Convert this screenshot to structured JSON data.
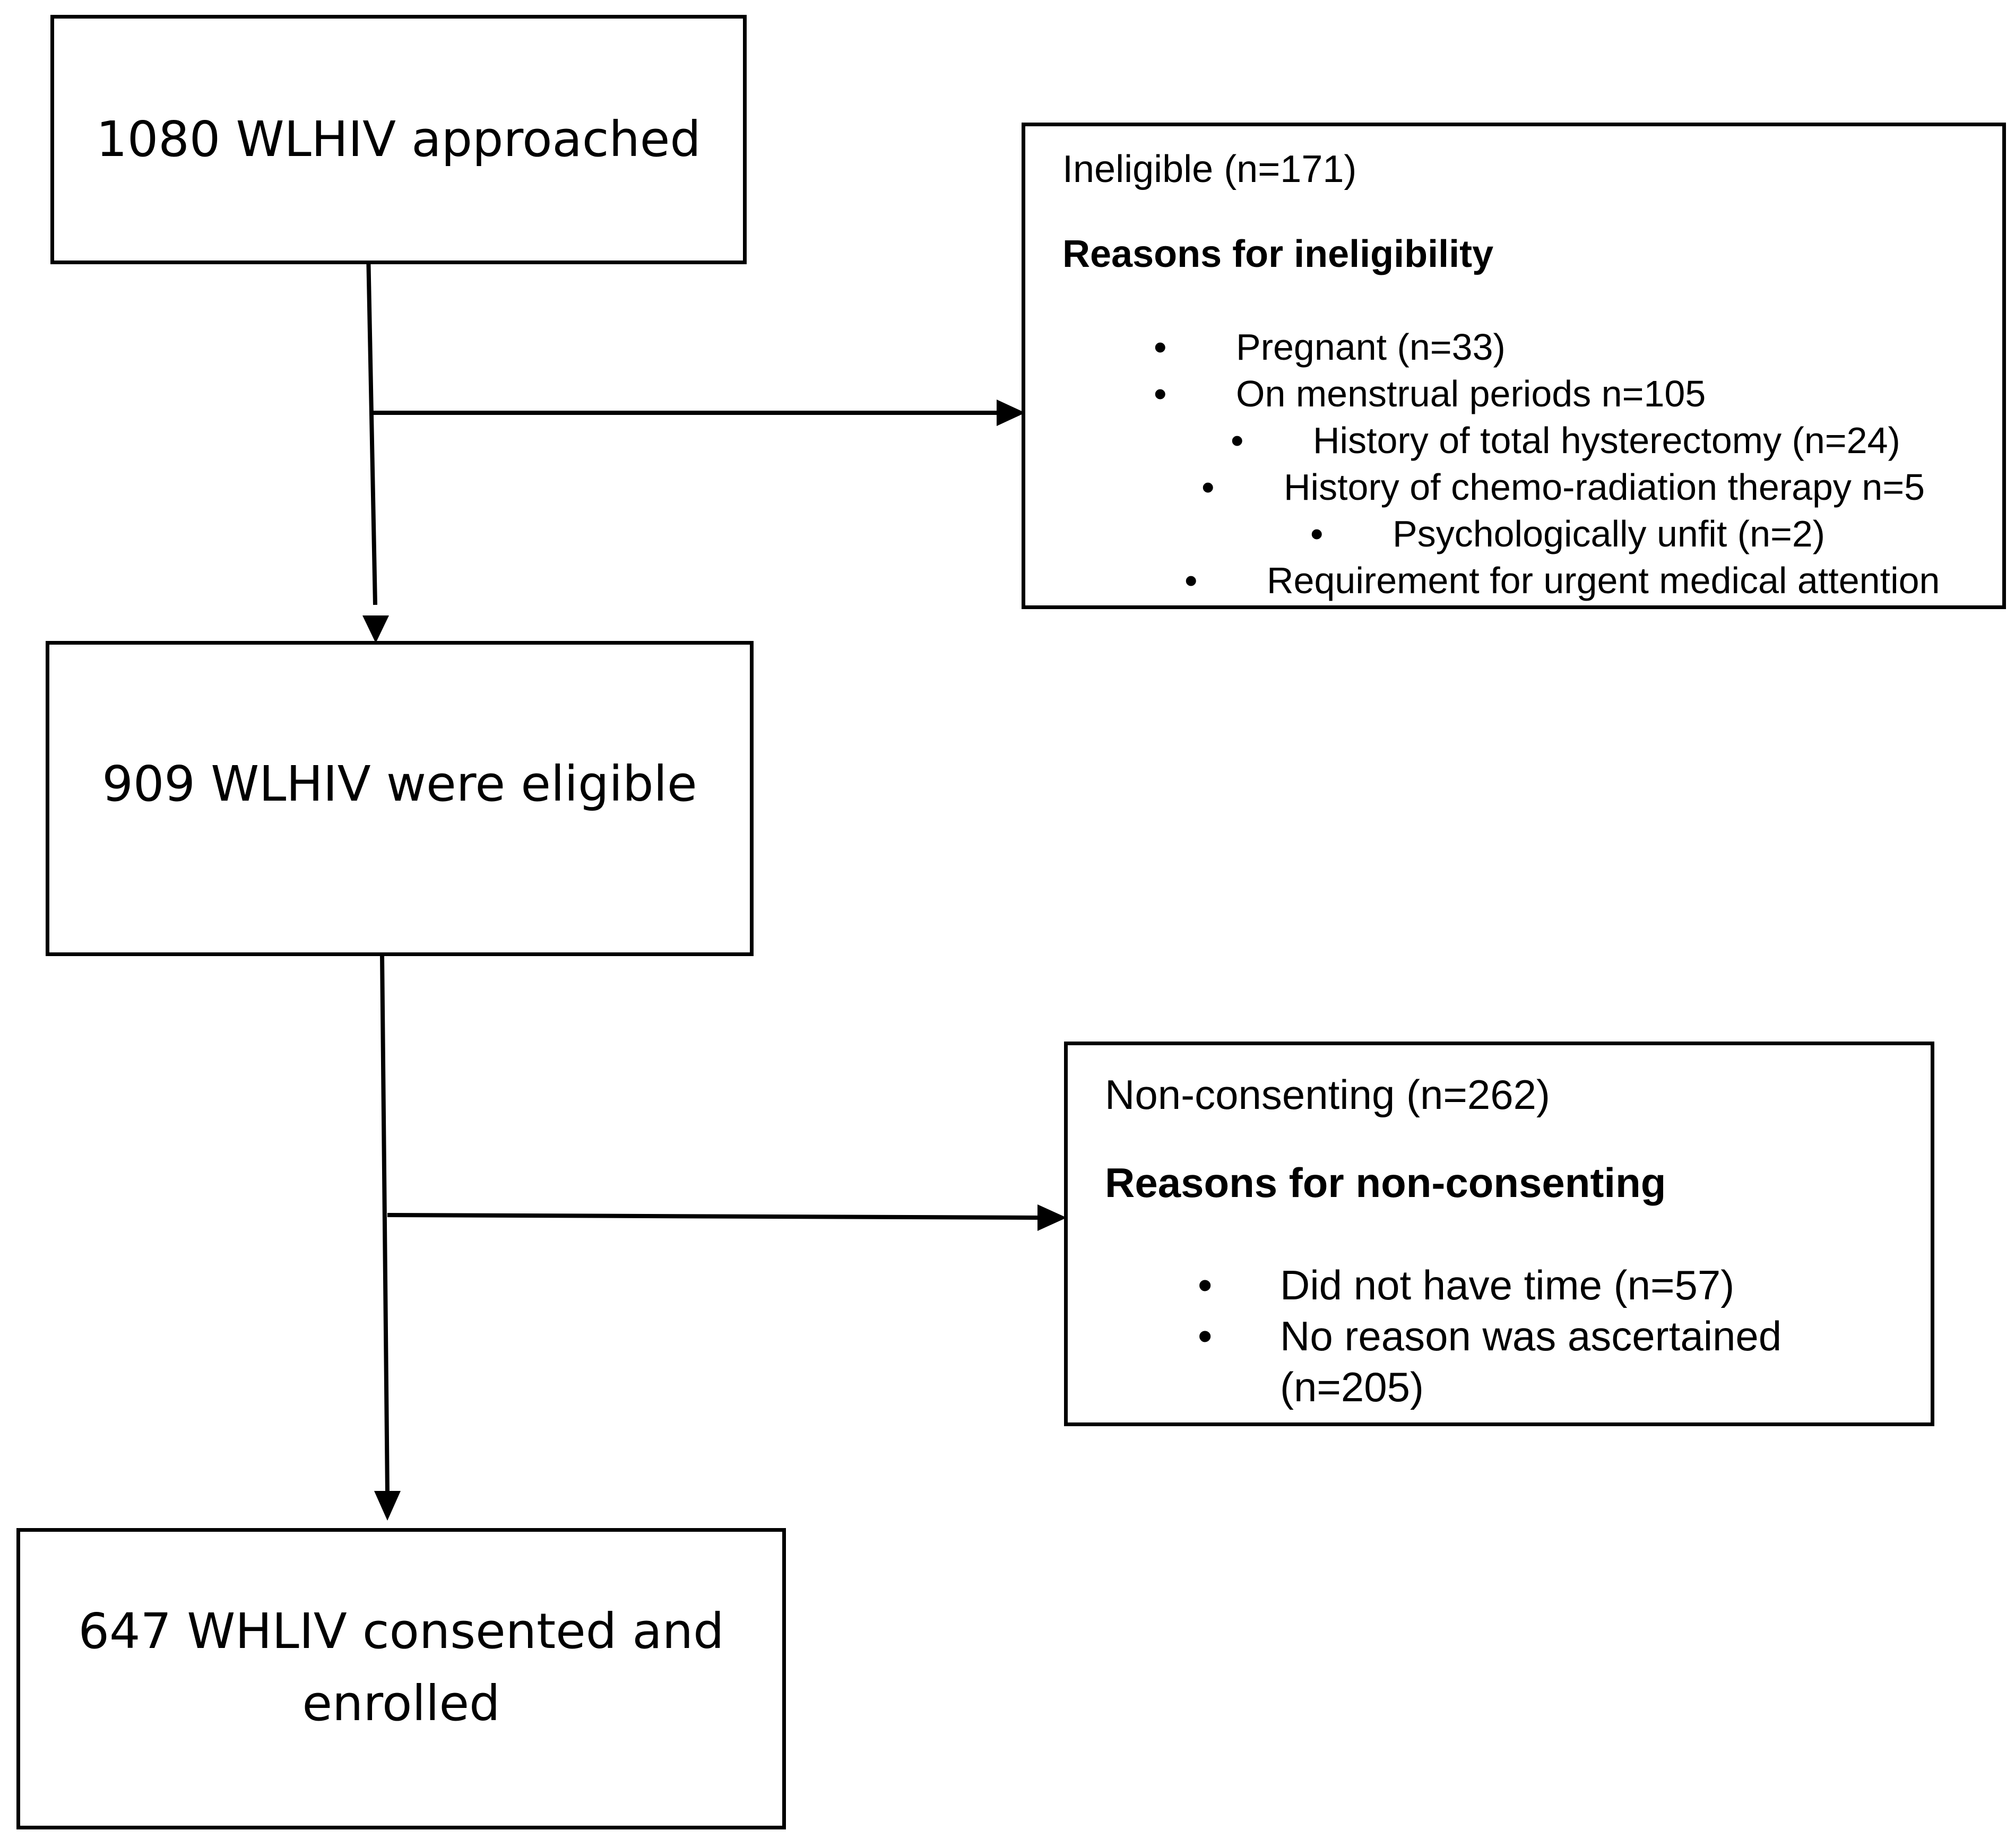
{
  "boxes": {
    "approached": {
      "text": "1080 WLHIV approached"
    },
    "eligible": {
      "text": "909 WLHIV were eligible"
    },
    "enrolled": {
      "lines": [
        "647 WHLIV consented and",
        "enrolled"
      ]
    }
  },
  "ineligible": {
    "title": "Ineligible (n=171)",
    "heading": "Reasons for ineligibility",
    "items": [
      "Pregnant (n=33)",
      "On menstrual periods n=105",
      "History of total hysterectomy (n=24)",
      "History of chemo-radiation therapy n=5",
      "Psychologically unfit (n=2)",
      "Requirement for urgent medical attention"
    ]
  },
  "non_consenting": {
    "title": "Non-consenting (n=262)",
    "heading": "Reasons for non-consenting",
    "items": [
      "Did not have time (n=57)",
      "No reason was ascertained",
      "(n=205)"
    ]
  },
  "bullet_symbol": "•"
}
